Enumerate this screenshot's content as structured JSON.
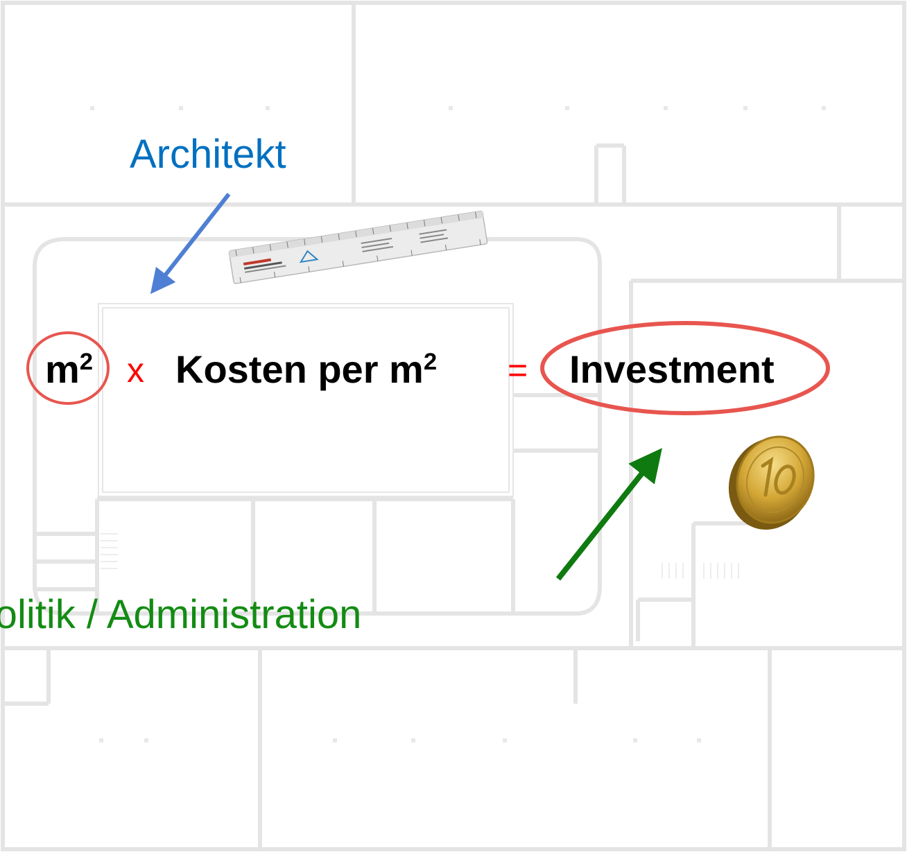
{
  "labels": {
    "architect": "Architekt",
    "politics": "Politik / Administration"
  },
  "formula": {
    "area_base": "m",
    "area_exp": "2",
    "multiply": "x",
    "cost_base": "Kosten per m",
    "cost_exp": "2",
    "equals": "=",
    "result": "Investment"
  },
  "colors": {
    "architect_text": "#0070c0",
    "architect_arrow": "#4f7fd4",
    "politics_text": "#138b13",
    "politics_arrow": "#0f7a0f",
    "operators": "#ff0000",
    "highlight_ring": "#e8554f",
    "floorplan_lines": "#e2e2e2"
  },
  "icons": {
    "ruler": "scale-ruler-icon",
    "coin": "coin-icon"
  }
}
